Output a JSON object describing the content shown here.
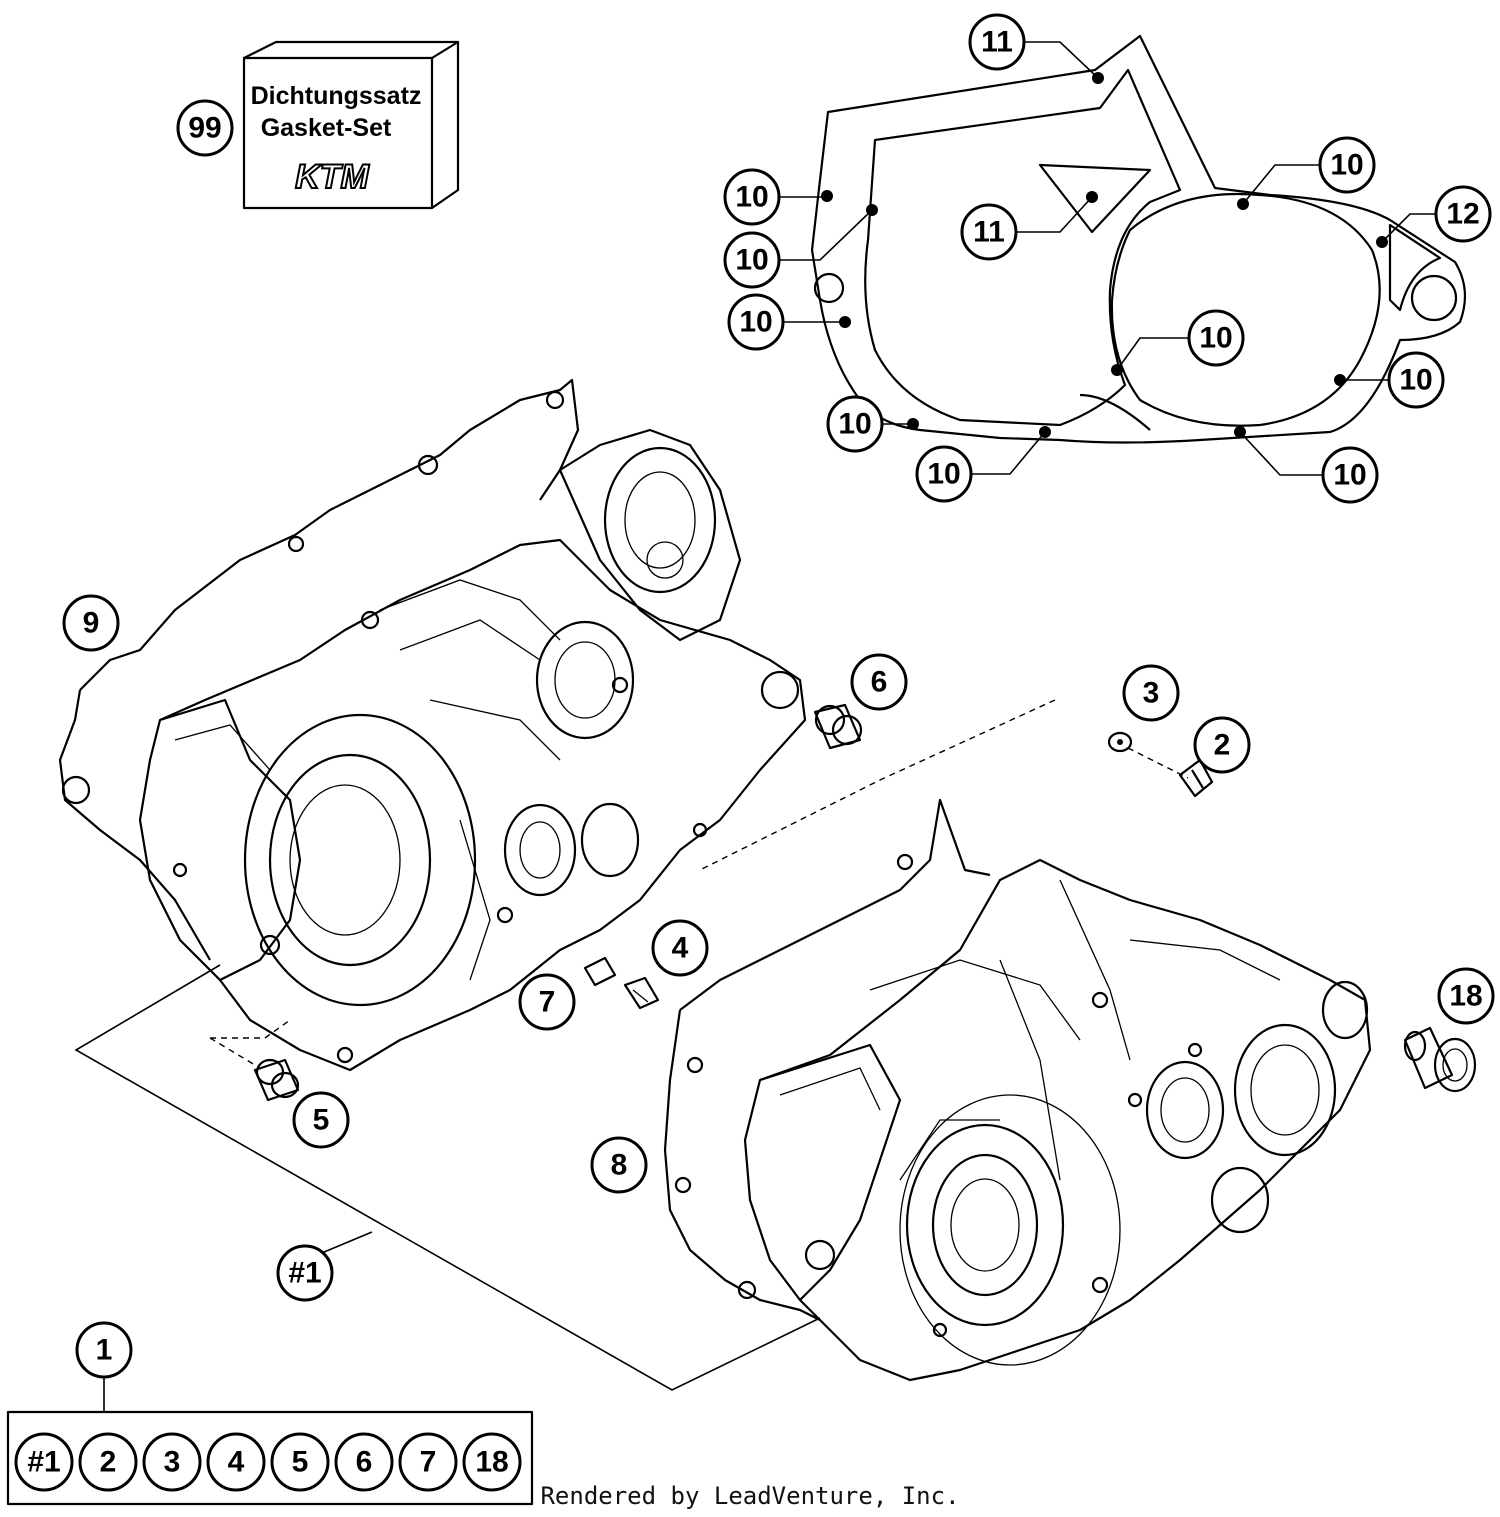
{
  "gasket_set_box": {
    "line1": "Dichtungssatz",
    "line2": "Gasket-Set",
    "brand": "KTM"
  },
  "callouts": {
    "c99": "99",
    "c11a": "11",
    "c11b": "11",
    "c12": "12",
    "c10a": "10",
    "c10b": "10",
    "c10c": "10",
    "c10d": "10",
    "c10e": "10",
    "c10f": "10",
    "c10g": "10",
    "c10h": "10",
    "c10i": "10",
    "c9": "9",
    "c6": "6",
    "c3": "3",
    "c2": "2",
    "c4": "4",
    "c7": "7",
    "c5": "5",
    "c18": "18",
    "c8": "8",
    "c_hash1": "#1",
    "c1": "1"
  },
  "kit_contents": [
    "#1",
    "2",
    "3",
    "4",
    "5",
    "6",
    "7",
    "18"
  ],
  "footer": "Rendered by LeadVenture, Inc."
}
